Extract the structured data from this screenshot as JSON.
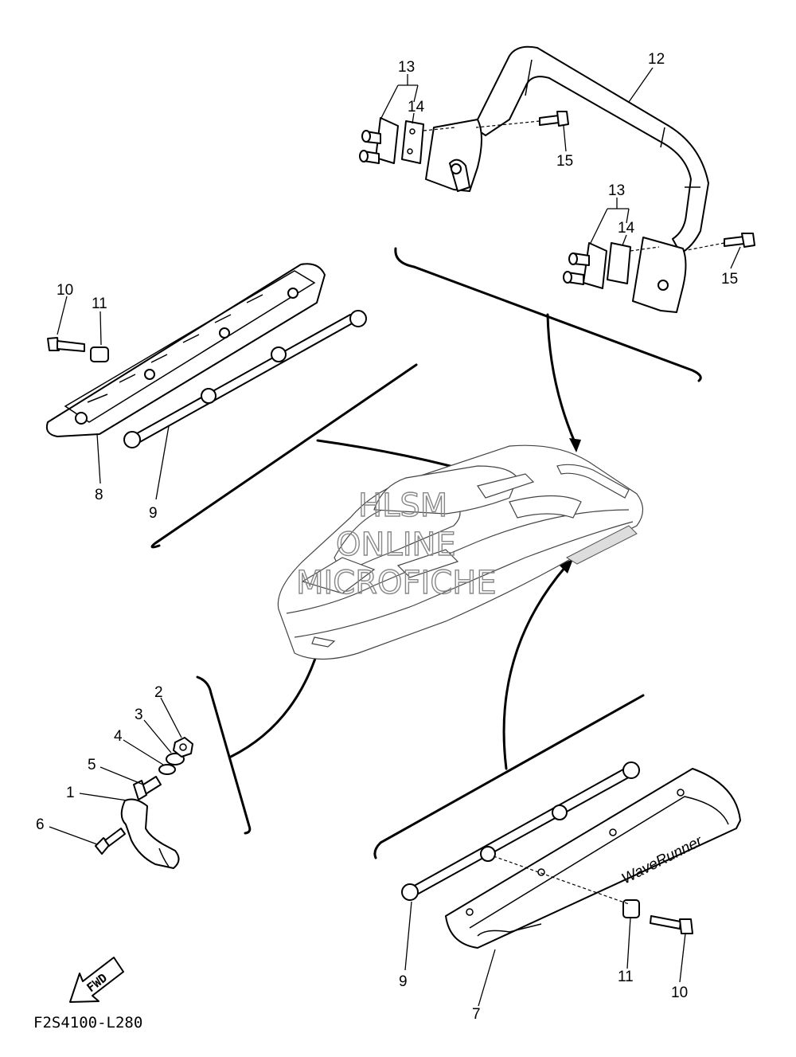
{
  "diagram_code": "F2S4100-L280",
  "fwd_label": "FWD",
  "watermark": {
    "line1": "HLSM",
    "line2": "ONLINE",
    "line3": "MICROFICHE"
  },
  "brand_text": "WaveRunner",
  "callouts": {
    "c1": "1",
    "c2": "2",
    "c3": "3",
    "c4": "4",
    "c5": "5",
    "c6": "6",
    "c7": "7",
    "c8": "8",
    "c9a": "9",
    "c9b": "9",
    "c10a": "10",
    "c10b": "10",
    "c11a": "11",
    "c11b": "11",
    "c12": "12",
    "c13a": "13",
    "c13b": "13",
    "c14a": "14",
    "c14b": "14",
    "c15a": "15",
    "c15b": "15"
  }
}
